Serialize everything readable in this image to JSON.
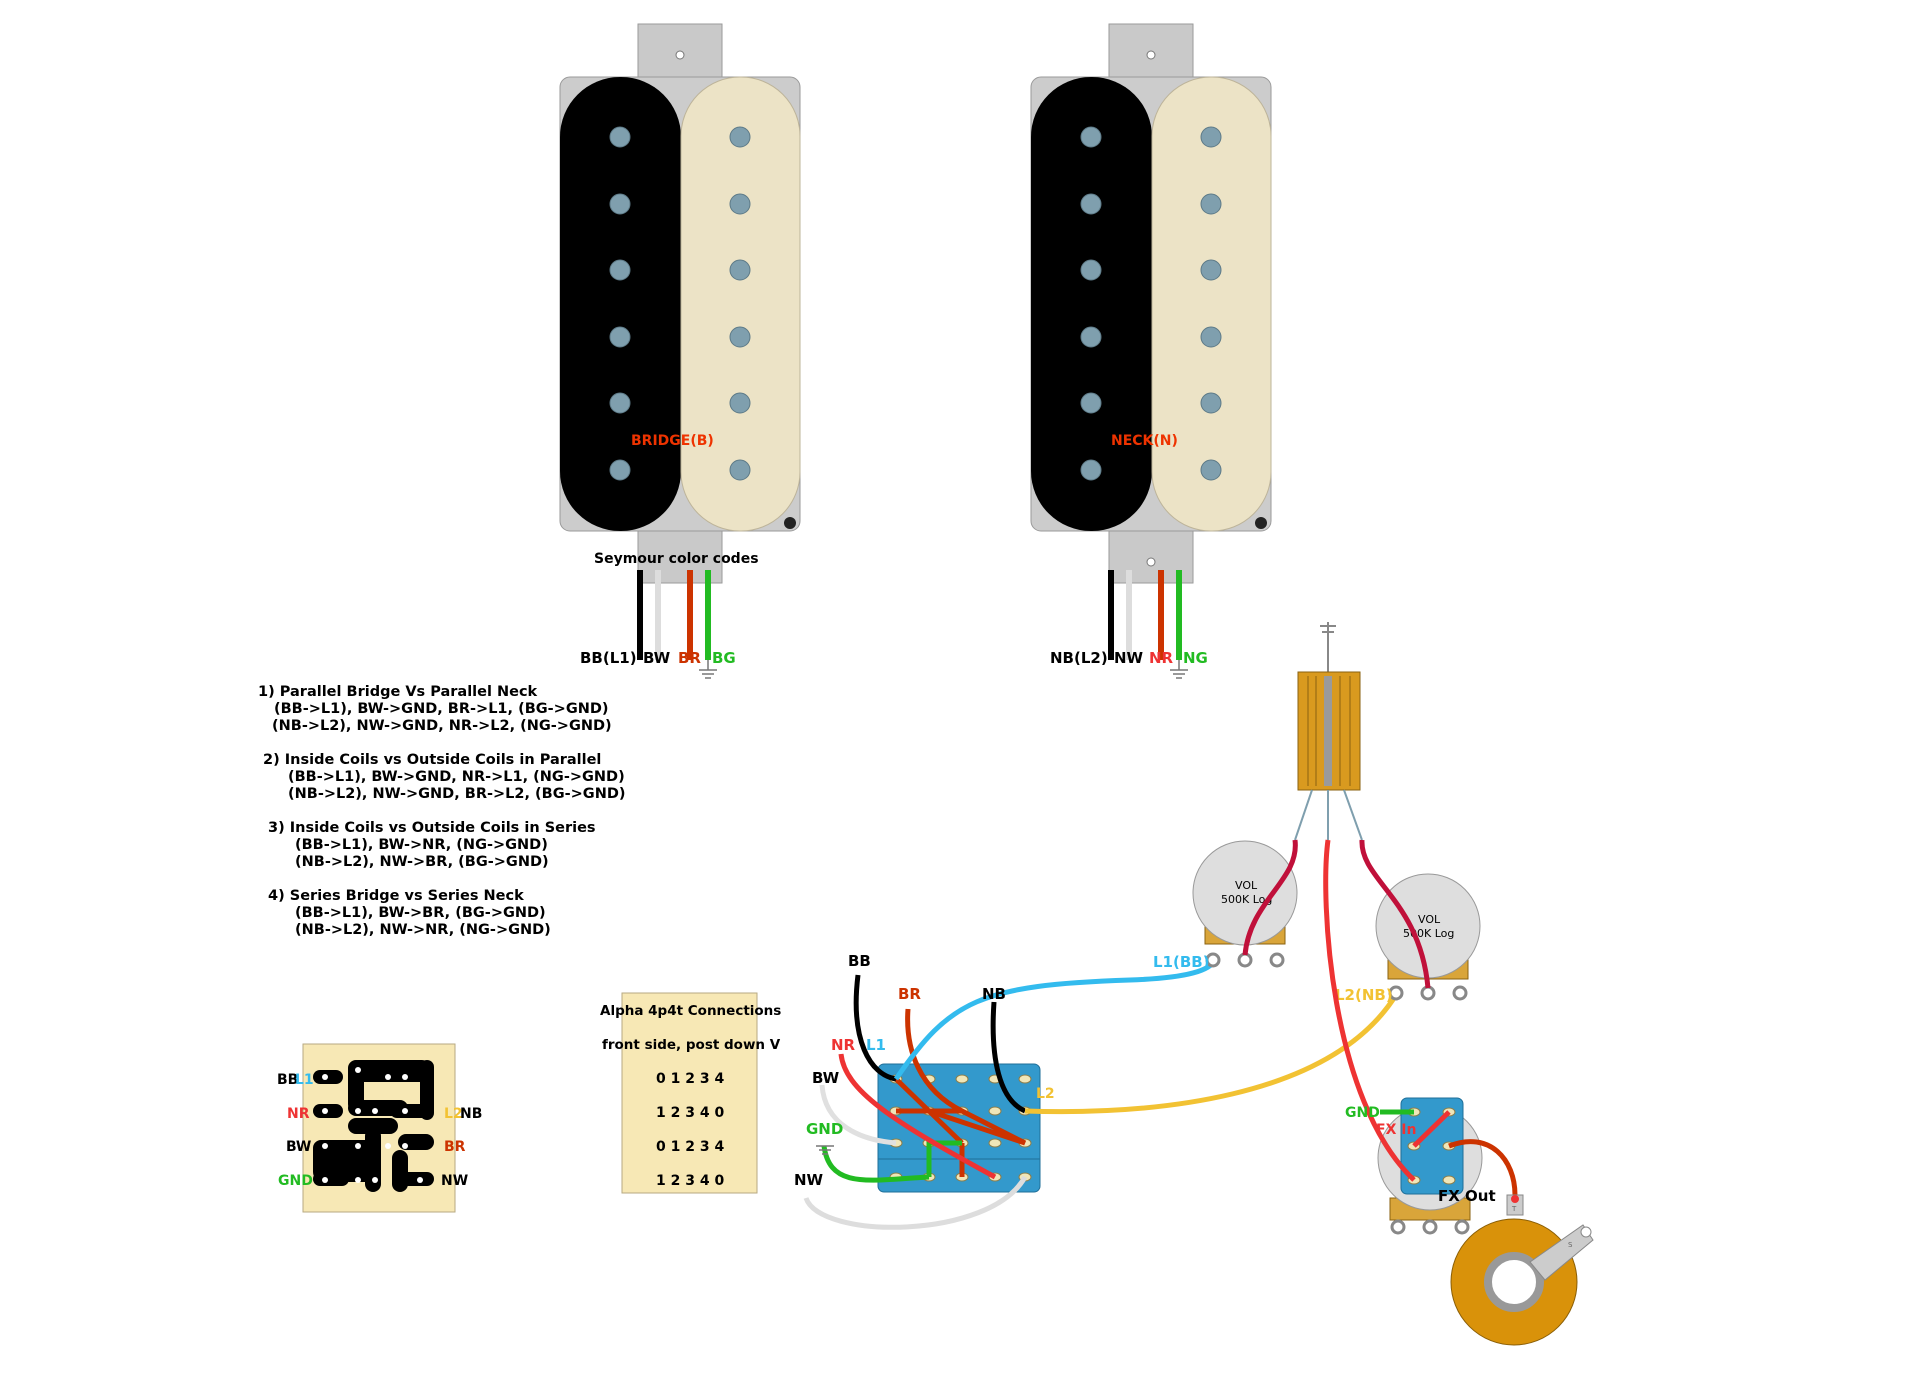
{
  "pickups": {
    "bridge": {
      "name": "BRIDGE(B)",
      "heading": "Seymour color codes",
      "wires": [
        "BB(L1)",
        "BW",
        "BR",
        "BG"
      ]
    },
    "neck": {
      "name": "NECK(N)",
      "wires": [
        "NB(L2)",
        "NW",
        "NR",
        "NG"
      ]
    }
  },
  "notes": [
    {
      "title": "1) Parallel Bridge Vs Parallel Neck",
      "lines": [
        "(BB->L1), BW->GND, BR->L1, (BG->GND)",
        "(NB->L2), NW->GND, NR->L2, (NG->GND)"
      ]
    },
    {
      "title": "2) Inside Coils vs Outside Coils in Parallel",
      "lines": [
        "(BB->L1), BW->GND, NR->L1, (NG->GND)",
        "(NB->L2), NW->GND, BR->L2, (BG->GND)"
      ]
    },
    {
      "title": "3) Inside Coils vs Outside Coils in Series",
      "lines": [
        "(BB->L1), BW->NR, (NG->GND)",
        "(NB->L2), NW->BR, (BG->GND)"
      ]
    },
    {
      "title": "4) Series Bridge vs Series Neck",
      "lines": [
        "(BB->L1), BW->BR, (BG->GND)",
        "(NB->L2), NW->NR, (NG->GND)"
      ]
    }
  ],
  "pcb": {
    "left": [
      "BB",
      "L1",
      "NR",
      "BW",
      "GND"
    ],
    "right": [
      "L2",
      "NB",
      "BR",
      "NW"
    ]
  },
  "alpha_box": {
    "title": "Alpha 4p4t Connections",
    "subtitle": "front side, post down V",
    "rows": [
      "0 1 2 3 4",
      "1 2 3 4 0",
      "0 1 2 3 4",
      "1 2 3 4 0"
    ]
  },
  "switch_labels": {
    "bb": "BB",
    "br": "BR",
    "nb": "NB",
    "nr": "NR",
    "l1": "L1",
    "bw": "BW",
    "l2": "L2",
    "gnd": "GND",
    "nw": "NW"
  },
  "pots": {
    "vol1": {
      "name": "VOL",
      "value": "500K Log",
      "label": "L1(BB)"
    },
    "vol2": {
      "name": "VOL",
      "value": "500K Log",
      "label": "L2(NB)"
    }
  },
  "fx": {
    "gnd": "GND",
    "in": "FX In",
    "out": "FX Out"
  },
  "jack_lugs": {
    "tip": "T",
    "sleeve": "S"
  },
  "colors": {
    "black": "#000000",
    "white": "#ffffff",
    "red": "#cc3300",
    "green": "#22bb22",
    "blue_wire": "#33bbee",
    "yellow_wire": "#f2c233",
    "bright_red": "#ee3333",
    "crimson": "#c0103a",
    "pickup_cream": "#ece3c6",
    "pickup_frame": "#c9c9c9",
    "pole": "#7f9fae",
    "switch_blue": "#3399cc",
    "pot_gold": "#d9a53a",
    "box_cream": "#f7e8b5",
    "jack_gold": "#d9920a"
  }
}
